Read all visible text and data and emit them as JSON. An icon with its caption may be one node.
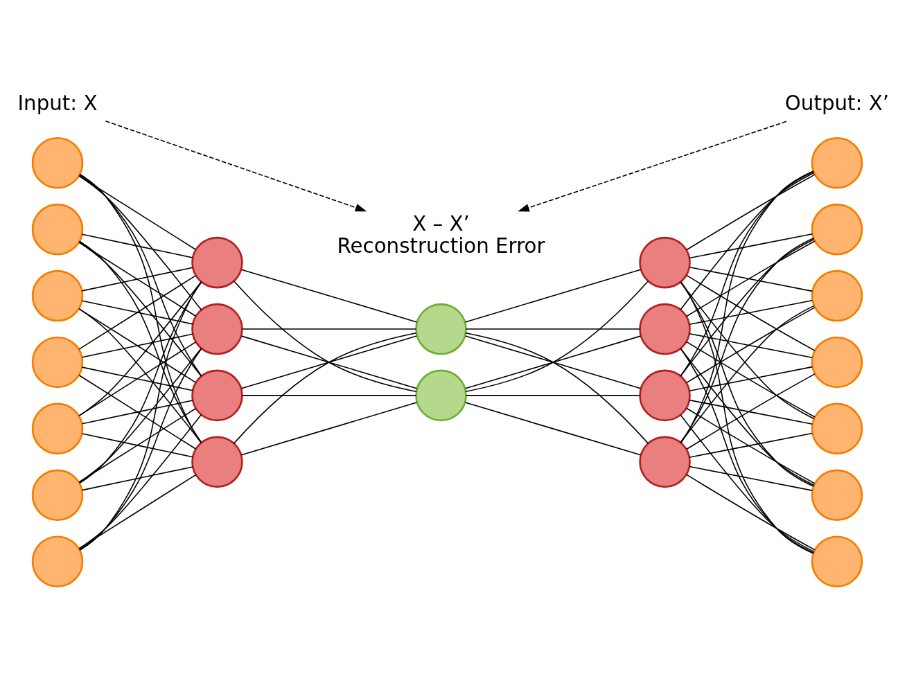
{
  "diagram": {
    "nodes": [
      {
        "text": [],
        "shape": "circle"
      },
      {
        "text": [],
        "shape": "circle"
      },
      {
        "text": [],
        "shape": "circle"
      },
      {
        "text": [],
        "shape": "circle"
      },
      {
        "text": [],
        "shape": "circle"
      },
      {
        "text": [],
        "shape": "circle"
      },
      {
        "text": [],
        "shape": "circle"
      },
      {
        "text": [],
        "shape": "circle"
      },
      {
        "text": [],
        "shape": "circle"
      },
      {
        "text": [],
        "shape": "circle"
      },
      {
        "text": [],
        "shape": "circle"
      },
      {
        "text": [],
        "shape": "circle"
      },
      {
        "text": [],
        "shape": "circle"
      },
      {
        "text": [],
        "shape": "circle"
      },
      {
        "text": [],
        "shape": "circle"
      },
      {
        "text": [],
        "shape": "circle"
      },
      {
        "text": [],
        "shape": "circle"
      },
      {
        "text": [],
        "shape": "circle"
      },
      {
        "text": [],
        "shape": "circle"
      },
      {
        "text": [],
        "shape": "circle"
      },
      {
        "text": [],
        "shape": "circle"
      },
      {
        "text": [],
        "shape": "circle"
      },
      {
        "text": [],
        "shape": "circle"
      },
      {
        "text": [],
        "shape": "circle"
      },
      {
        "text": [
          "Input: X"
        ]
      },
      {
        "text": [
          "Output: X’"
        ]
      },
      {
        "text": [
          "X – X’",
          "Reconstruction Error"
        ]
      }
    ],
    "edges": [
      {
        "from": 0,
        "to": 7,
        "arrow": "none"
      },
      {
        "from": 0,
        "to": 8,
        "arrow": "none"
      },
      {
        "from": 0,
        "to": 9,
        "arrow": "none"
      },
      {
        "from": 0,
        "to": 10,
        "arrow": "none"
      },
      {
        "from": 1,
        "to": 7,
        "arrow": "none"
      },
      {
        "from": 1,
        "to": 8,
        "arrow": "none"
      },
      {
        "from": 1,
        "to": 9,
        "arrow": "none"
      },
      {
        "from": 1,
        "to": 10,
        "arrow": "none"
      },
      {
        "from": 2,
        "to": 7,
        "arrow": "none"
      },
      {
        "from": 2,
        "to": 8,
        "arrow": "none"
      },
      {
        "from": 2,
        "to": 9,
        "arrow": "none"
      },
      {
        "from": 2,
        "to": 10,
        "arrow": "none"
      },
      {
        "from": 3,
        "to": 7,
        "arrow": "none"
      },
      {
        "from": 3,
        "to": 8,
        "arrow": "none"
      },
      {
        "from": 3,
        "to": 9,
        "arrow": "none"
      },
      {
        "from": 3,
        "to": 10,
        "arrow": "none"
      },
      {
        "from": 4,
        "to": 7,
        "arrow": "none"
      },
      {
        "from": 4,
        "to": 8,
        "arrow": "none"
      },
      {
        "from": 4,
        "to": 9,
        "arrow": "none"
      },
      {
        "from": 4,
        "to": 10,
        "arrow": "none"
      },
      {
        "from": 5,
        "to": 7,
        "arrow": "none"
      },
      {
        "from": 5,
        "to": 8,
        "arrow": "none"
      },
      {
        "from": 5,
        "to": 9,
        "arrow": "none"
      },
      {
        "from": 5,
        "to": 10,
        "arrow": "none"
      },
      {
        "from": 6,
        "to": 7,
        "arrow": "none"
      },
      {
        "from": 6,
        "to": 8,
        "arrow": "none"
      },
      {
        "from": 6,
        "to": 9,
        "arrow": "none"
      },
      {
        "from": 6,
        "to": 10,
        "arrow": "none"
      },
      {
        "from": 7,
        "to": 11,
        "arrow": "none"
      },
      {
        "from": 7,
        "to": 12,
        "arrow": "none"
      },
      {
        "from": 8,
        "to": 11,
        "arrow": "none"
      },
      {
        "from": 8,
        "to": 12,
        "arrow": "none"
      },
      {
        "from": 9,
        "to": 11,
        "arrow": "none"
      },
      {
        "from": 9,
        "to": 12,
        "arrow": "none"
      },
      {
        "from": 10,
        "to": 11,
        "arrow": "none"
      },
      {
        "from": 10,
        "to": 12,
        "arrow": "none"
      },
      {
        "from": 11,
        "to": 13,
        "arrow": "none"
      },
      {
        "from": 11,
        "to": 14,
        "arrow": "none"
      },
      {
        "from": 11,
        "to": 15,
        "arrow": "none"
      },
      {
        "from": 11,
        "to": 16,
        "arrow": "none"
      },
      {
        "from": 12,
        "to": 13,
        "arrow": "none"
      },
      {
        "from": 12,
        "to": 14,
        "arrow": "none"
      },
      {
        "from": 12,
        "to": 15,
        "arrow": "none"
      },
      {
        "from": 12,
        "to": 16,
        "arrow": "none"
      },
      {
        "from": 13,
        "to": 17,
        "arrow": "none"
      },
      {
        "from": 13,
        "to": 18,
        "arrow": "none"
      },
      {
        "from": 13,
        "to": 19,
        "arrow": "none"
      },
      {
        "from": 13,
        "to": 20,
        "arrow": "none"
      },
      {
        "from": 13,
        "to": 21,
        "arrow": "none"
      },
      {
        "from": 13,
        "to": 22,
        "arrow": "none"
      },
      {
        "from": 13,
        "to": 23,
        "arrow": "none"
      },
      {
        "from": 14,
        "to": 17,
        "arrow": "none"
      },
      {
        "from": 14,
        "to": 18,
        "arrow": "none"
      },
      {
        "from": 14,
        "to": 19,
        "arrow": "none"
      },
      {
        "from": 14,
        "to": 20,
        "arrow": "none"
      },
      {
        "from": 14,
        "to": 21,
        "arrow": "none"
      },
      {
        "from": 14,
        "to": 22,
        "arrow": "none"
      },
      {
        "from": 14,
        "to": 23,
        "arrow": "none"
      },
      {
        "from": 15,
        "to": 17,
        "arrow": "none"
      },
      {
        "from": 15,
        "to": 18,
        "arrow": "none"
      },
      {
        "from": 15,
        "to": 19,
        "arrow": "none"
      },
      {
        "from": 15,
        "to": 20,
        "arrow": "none"
      },
      {
        "from": 15,
        "to": 21,
        "arrow": "none"
      },
      {
        "from": 15,
        "to": 22,
        "arrow": "none"
      },
      {
        "from": 15,
        "to": 23,
        "arrow": "none"
      },
      {
        "from": 16,
        "to": 17,
        "arrow": "none"
      },
      {
        "from": 16,
        "to": 18,
        "arrow": "none"
      },
      {
        "from": 16,
        "to": 19,
        "arrow": "none"
      },
      {
        "from": 16,
        "to": 20,
        "arrow": "none"
      },
      {
        "from": 16,
        "to": 21,
        "arrow": "none"
      },
      {
        "from": 16,
        "to": 22,
        "arrow": "none"
      },
      {
        "from": 16,
        "to": 23,
        "arrow": "none"
      },
      {
        "from": 24,
        "to": 26,
        "arrow": "to",
        "style": "dashed"
      },
      {
        "from": 25,
        "to": 26,
        "arrow": "to",
        "style": "dashed"
      }
    ]
  }
}
